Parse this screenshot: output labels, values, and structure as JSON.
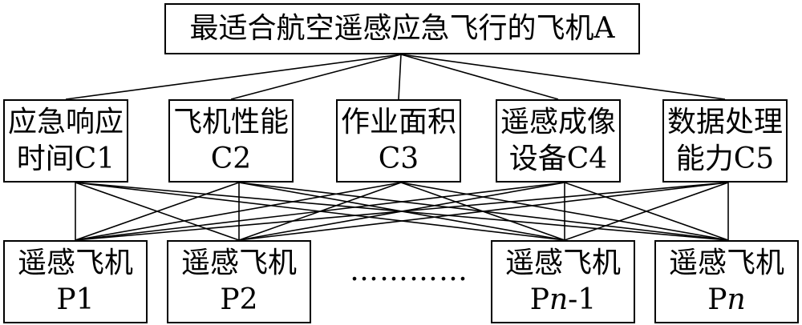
{
  "goal": {
    "label": "最适合航空遥感应急飞行的飞机A"
  },
  "criteria": [
    {
      "line1": "应急响应",
      "line2": "时间C1"
    },
    {
      "line1": "飞机性能",
      "line2": "C2"
    },
    {
      "line1": "作业面积",
      "line2": "C3"
    },
    {
      "line1": "遥感成像",
      "line2": "设备C4"
    },
    {
      "line1": "数据处理",
      "line2": "能力C5"
    }
  ],
  "alternatives": [
    {
      "line1": "遥感飞机",
      "line2_prefix": "P",
      "line2_var": "",
      "line2_suffix": "1"
    },
    {
      "line1": "遥感飞机",
      "line2_prefix": "P",
      "line2_var": "",
      "line2_suffix": "2"
    },
    {
      "line1": "遥感飞机",
      "line2_prefix": "P",
      "line2_var": "n",
      "line2_suffix": "-1"
    },
    {
      "line1": "遥感飞机",
      "line2_prefix": "P",
      "line2_var": "n",
      "line2_suffix": ""
    }
  ],
  "ellipsis": "…………"
}
